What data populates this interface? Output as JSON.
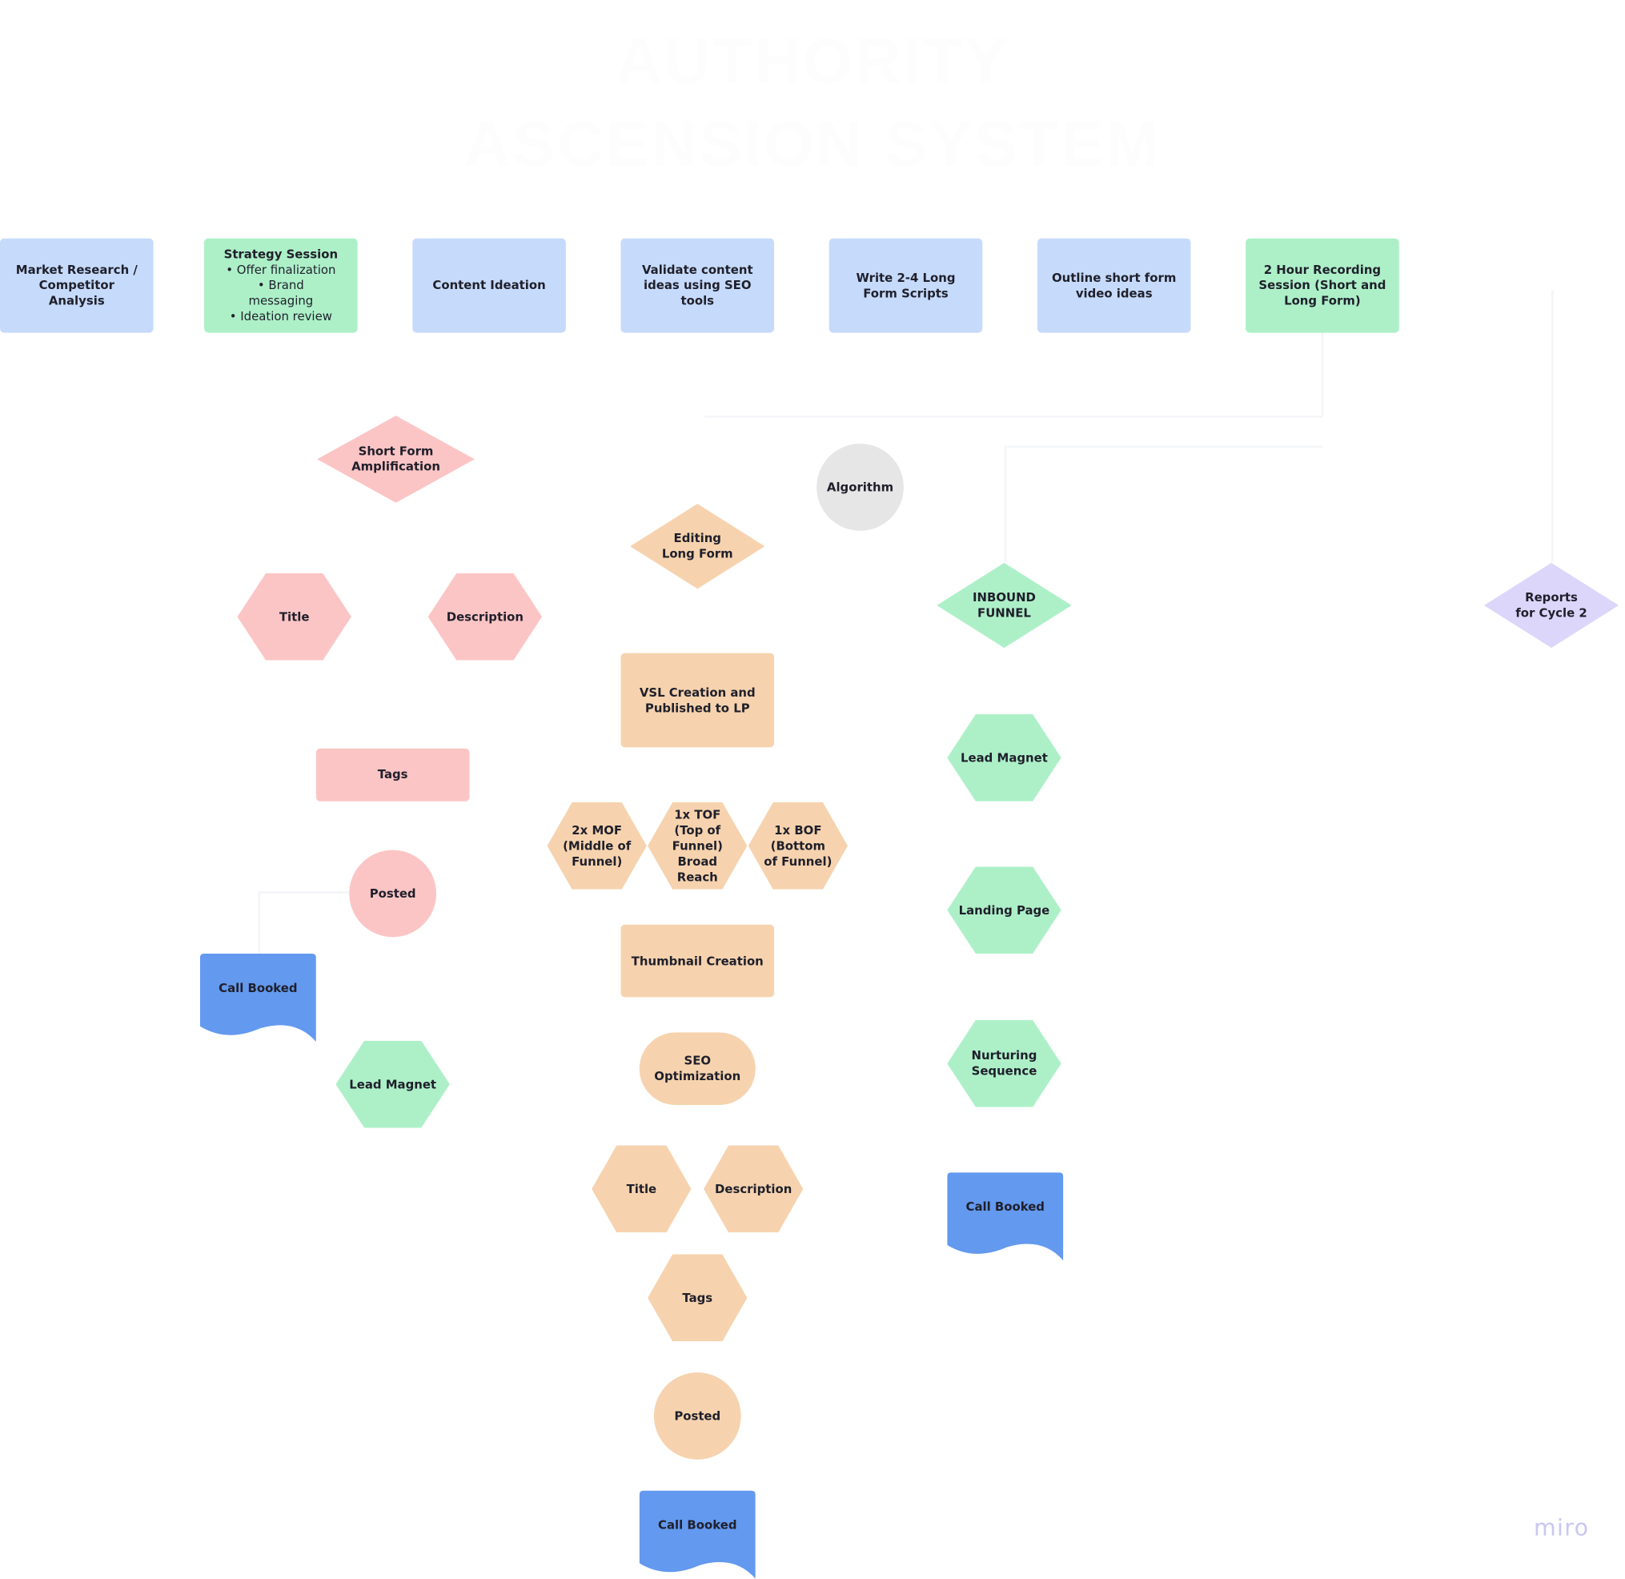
{
  "title": {
    "line1": "AUTHORITY",
    "line2": "ASCENSION SYSTEM"
  },
  "top_row": {
    "market_research": "Market Research / Competitor Analysis",
    "strategy_session": {
      "heading": "Strategy Session",
      "bullets": [
        "•  Offer finalization",
        "•  Brand",
        "messaging",
        "•  Ideation review"
      ]
    },
    "content_ideation": "Content Ideation",
    "validate": "Validate content ideas using SEO tools",
    "write_scripts": "Write 2-4 Long Form Scripts",
    "outline_short": "Outline short form video ideas",
    "recording": "2 Hour Recording Session (Short and Long Form)"
  },
  "short_form": {
    "amplification": "Short Form Amplification",
    "title": "Title",
    "description": "Description",
    "tags": "Tags",
    "posted": "Posted",
    "call_booked": "Call Booked",
    "lead_magnet": "Lead Magnet"
  },
  "long_form": {
    "algorithm": "Algorithm",
    "editing": "Editing Long Form",
    "vsl": "VSL Creation and Published to LP",
    "mof": "2x MOF (Middle of Funnel)",
    "tof": "1x TOF (Top of Funnel) Broad Reach",
    "bof": "1x BOF (Bottom of Funnel)",
    "thumbnail": "Thumbnail Creation",
    "seo": "SEO Optimization",
    "title": "Title",
    "description": "Description",
    "tags": "Tags",
    "posted": "Posted",
    "call_booked": "Call Booked"
  },
  "inbound": {
    "funnel": "INBOUND FUNNEL",
    "lead_magnet": "Lead Magnet",
    "landing_page": "Landing Page",
    "nurturing": "Nurturing Sequence",
    "call_booked": "Call Booked"
  },
  "reports": "Reports for Cycle 2",
  "logo": "miro",
  "colors": {
    "blue": "#c6dbfb",
    "green": "#adf0c8",
    "pink": "#fcc5c5",
    "peach": "#f6d3ae",
    "lavender": "#ddd6fb",
    "call_booked": "#6399ee",
    "algorithm": "#e6e6e6"
  }
}
